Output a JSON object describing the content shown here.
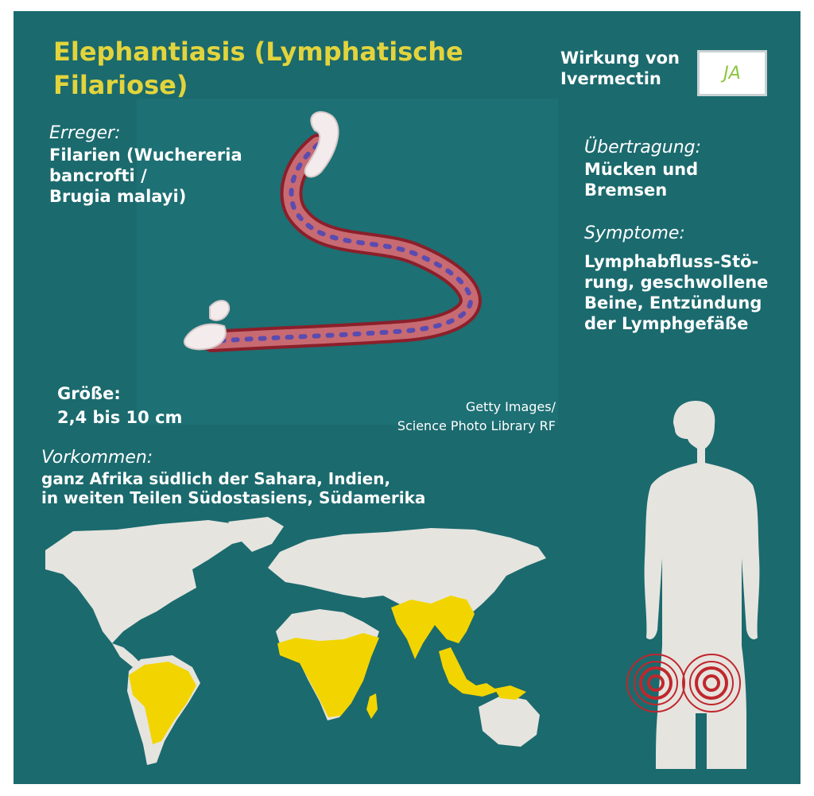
{
  "title": {
    "line1": "Elephantiasis (Lymphatische",
    "line2": "Filariose)"
  },
  "ivermectin": {
    "label_line1": "Wirkung von",
    "label_line2": "Ivermectin",
    "value": "JA"
  },
  "erreger": {
    "label": "Erreger:",
    "line1": "Filarien (Wuchereria",
    "line2": "bancrofti /",
    "line3": "Brugia malayi)"
  },
  "uebertragung": {
    "label": "Übertragung:",
    "line1": "Mücken und",
    "line2": "Bremsen"
  },
  "symptome": {
    "label": "Symptome:",
    "line1": "Lymphabfluss-Stö-",
    "line2": "rung, geschwollene",
    "line3": "Beine, Entzündung",
    "line4": "der Lymphgefäße"
  },
  "groesse": {
    "label": "Größe:",
    "value": "2,4 bis 10  cm"
  },
  "credit": {
    "line1": "Getty Images/",
    "line2": "Science Photo Library RF"
  },
  "vorkommen": {
    "label": "Vorkommen:",
    "line1": "ganz Afrika südlich der Sahara, Indien,",
    "line2": "in weiten Teilen Südostasiens, Südamerika"
  },
  "colors": {
    "background": "#1b6a6e",
    "title": "#e3d43c",
    "land": "#e6e4df",
    "endemic": "#f2d500",
    "target": "#c0272d",
    "ja": "#8cc63f"
  },
  "icons": {
    "worm": "filarial-worm-illustration",
    "map": "world-map",
    "figure": "human-silhouette",
    "target": "swelling-target-icon"
  }
}
